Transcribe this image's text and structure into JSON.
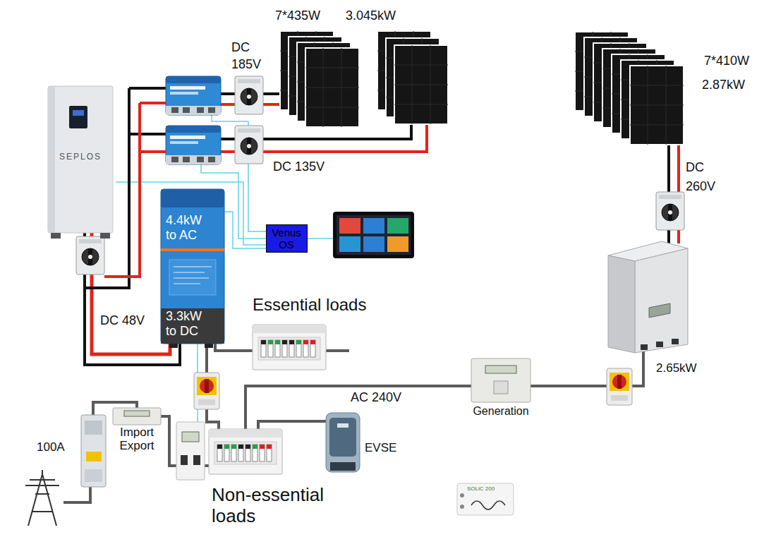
{
  "diagram": {
    "nodes": [
      {
        "text": [
          "SEPLOS"
        ]
      },
      {
        "text": [
          "4.4kW to AC",
          "3.3kW to DC"
        ]
      },
      {
        "text": [
          "Venus OS"
        ]
      },
      {
        "text": [
          "2.65kW"
        ]
      },
      {
        "text": [
          "Essential loads"
        ]
      },
      {
        "text": [
          "Generation"
        ]
      },
      {
        "text": [
          "100A"
        ]
      },
      {
        "text": [
          "Import Export"
        ]
      },
      {
        "text": [
          "Non-essential loads"
        ]
      },
      {
        "text": [
          "EVSE"
        ]
      }
    ],
    "edges": [
      {
        "from": 0,
        "to": 1,
        "arrow": "none",
        "label": "DC 48V"
      },
      {
        "from": 2,
        "to": 0,
        "arrow": "none"
      },
      {
        "from": 2,
        "to": 1,
        "arrow": "none"
      },
      {
        "from": 1,
        "to": 4,
        "arrow": "none"
      },
      {
        "from": 1,
        "to": 8,
        "arrow": "none"
      },
      {
        "from": 8,
        "to": 5,
        "arrow": "none",
        "label": "AC 240V"
      },
      {
        "from": 5,
        "to": 3,
        "arrow": "none"
      },
      {
        "from": 8,
        "to": 9,
        "arrow": "none"
      },
      {
        "from": 7,
        "to": 8,
        "arrow": "none"
      },
      {
        "from": 6,
        "to": 7,
        "arrow": "none"
      }
    ],
    "labels": [
      "7*435W",
      "3.045kW",
      "DC 185V",
      "DC 135V",
      "7*410W",
      "2.87kW",
      "DC 260V",
      "SOLiC 200"
    ]
  }
}
